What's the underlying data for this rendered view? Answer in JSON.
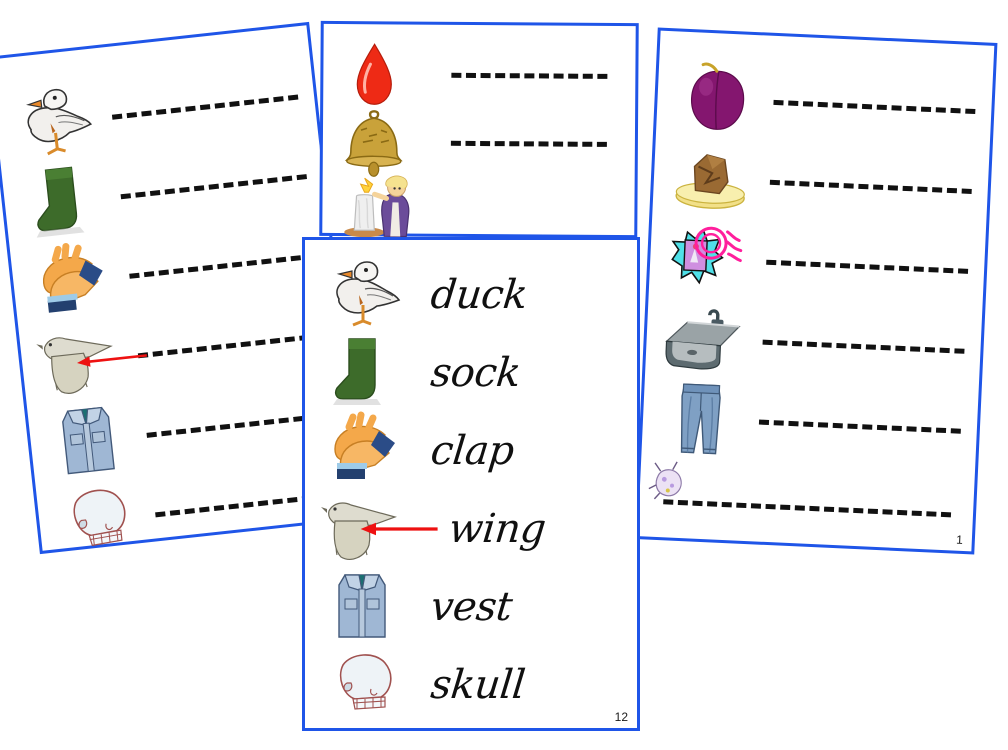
{
  "document": {
    "type": "phonics-worksheet-card-set",
    "background_color": "#ffffff",
    "card_border_color": "#1f55e8"
  },
  "cards": [
    {
      "id": "card-left",
      "page_number": "",
      "shows_words": false,
      "rows": [
        {
          "icon": "duck-icon",
          "label": "duck",
          "line": "blank-writing-line"
        },
        {
          "icon": "sock-icon",
          "label": "sock",
          "line": "blank-writing-line"
        },
        {
          "icon": "clap-icon",
          "label": "clap",
          "line": "blank-writing-line"
        },
        {
          "icon": "wing-icon",
          "label": "wing",
          "line": "blank-writing-line"
        },
        {
          "icon": "vest-icon",
          "label": "vest",
          "line": "blank-writing-line"
        },
        {
          "icon": "skull-icon",
          "label": "skull",
          "line": "blank-writing-line"
        }
      ]
    },
    {
      "id": "card-top",
      "page_number": "",
      "shows_words": false,
      "rows": [
        {
          "icon": "drop-icon",
          "label": "drop",
          "line": "blank-writing-line"
        },
        {
          "icon": "bell-icon",
          "label": "bell",
          "line": "blank-writing-line"
        },
        {
          "icon": "candle-icon",
          "label": "candle",
          "line": "blank-writing-line"
        }
      ]
    },
    {
      "id": "card-right",
      "page_number": "1",
      "shows_words": false,
      "rows": [
        {
          "icon": "plum-icon",
          "label": "plum",
          "line": "blank-writing-line"
        },
        {
          "icon": "rock-icon",
          "label": "rock",
          "line": "blank-writing-line"
        },
        {
          "icon": "ring-icon",
          "label": "ring",
          "line": "blank-writing-line"
        },
        {
          "icon": "sink-icon",
          "label": "sink",
          "line": "blank-writing-line"
        },
        {
          "icon": "pants-icon",
          "label": "pants",
          "line": "blank-writing-line"
        },
        {
          "icon": "bug-icon",
          "label": "bug",
          "line": "blank-writing-line"
        }
      ]
    },
    {
      "id": "card-front",
      "page_number": "12",
      "shows_words": true,
      "rows": [
        {
          "icon": "duck-icon",
          "word": "duck"
        },
        {
          "icon": "sock-icon",
          "word": "sock"
        },
        {
          "icon": "clap-icon",
          "word": "clap"
        },
        {
          "icon": "wing-icon",
          "word": "wing"
        },
        {
          "icon": "vest-icon",
          "word": "vest"
        },
        {
          "icon": "skull-icon",
          "word": "skull"
        }
      ]
    }
  ],
  "colors": {
    "border_blue": "#1f55e8",
    "dash_black": "#111111",
    "arrow_red": "#ee1111",
    "sock_green": "#3d6b2a",
    "hand_orange": "#f4a84a",
    "cuff_blue": "#2b4c87",
    "denim_blue": "#9fb7d4",
    "plum_purple": "#84166f",
    "rock_brown": "#9a6a33",
    "plate_yellow": "#f2e088",
    "ring_pink": "#ff1f9c",
    "ring_cyan": "#4fe0e8",
    "sink_gray": "#9aa3a6",
    "drop_red": "#ee2a15",
    "bell_gold": "#c9a23a",
    "skull_outline": "#a0514f"
  }
}
